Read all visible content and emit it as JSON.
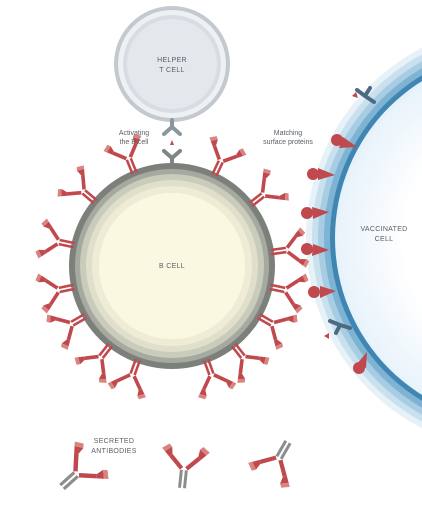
{
  "labels": {
    "helper_t_cell": [
      "HELPER",
      "T CELL"
    ],
    "activating": [
      "Activating",
      "the B cell"
    ],
    "matching": [
      "Matching",
      "surface proteins"
    ],
    "b_cell": "B CELL",
    "vaccinated_cell": [
      "VACCINATED",
      "CELL"
    ],
    "secreted_antibodies": [
      "SECRETED",
      "ANTIBODIES"
    ]
  },
  "colors": {
    "antibody_red": "#c0494e",
    "antibody_tip": "#d8847f",
    "antibody_stem_gray": "#8a8f8c",
    "t_cell_gray": "#b9c0c6",
    "b_cell_core": "#fbf8e2",
    "vaccinated_blue": "#3f86b3",
    "receptor_gray": "#4c6a80"
  }
}
